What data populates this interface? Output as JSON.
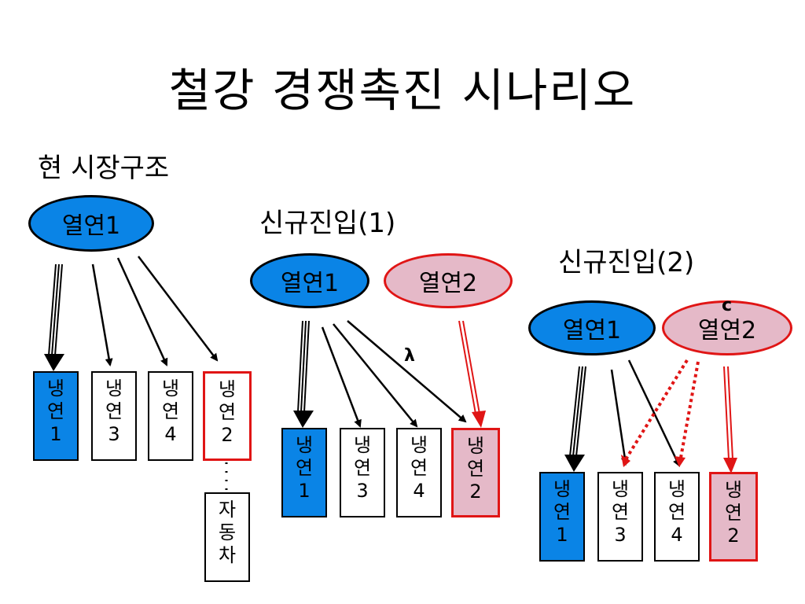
{
  "title": "철강 경쟁촉진 시나리오",
  "scenarios": {
    "current": {
      "heading": "현 시장구조",
      "supplier1": "열연1",
      "boxes": [
        {
          "chars": [
            "냉",
            "연",
            "1"
          ]
        },
        {
          "chars": [
            "냉",
            "연",
            "3"
          ]
        },
        {
          "chars": [
            "냉",
            "연",
            "4"
          ]
        },
        {
          "chars": [
            "냉",
            "연",
            "2"
          ]
        }
      ],
      "auto_box": {
        "chars": [
          "자",
          "동",
          "차"
        ]
      }
    },
    "entry1": {
      "heading": "신규진입(1)",
      "supplier1": "열연1",
      "supplier2": "열연2",
      "mark": "λ",
      "boxes": [
        {
          "chars": [
            "냉",
            "연",
            "1"
          ]
        },
        {
          "chars": [
            "냉",
            "연",
            "3"
          ]
        },
        {
          "chars": [
            "냉",
            "연",
            "4"
          ]
        },
        {
          "chars": [
            "냉",
            "연",
            "2"
          ]
        }
      ]
    },
    "entry2": {
      "heading": "신규진입(2)",
      "supplier1": "열연1",
      "supplier2": "열연2",
      "mark": "c",
      "boxes": [
        {
          "chars": [
            "냉",
            "연",
            "1"
          ]
        },
        {
          "chars": [
            "냉",
            "연",
            "3"
          ]
        },
        {
          "chars": [
            "냉",
            "연",
            "4"
          ]
        },
        {
          "chars": [
            "냉",
            "연",
            "2"
          ]
        }
      ]
    }
  },
  "colors": {
    "blue": "#0a84e6",
    "pink": "#e5b9c8",
    "red": "#e01515",
    "black": "#000000"
  }
}
